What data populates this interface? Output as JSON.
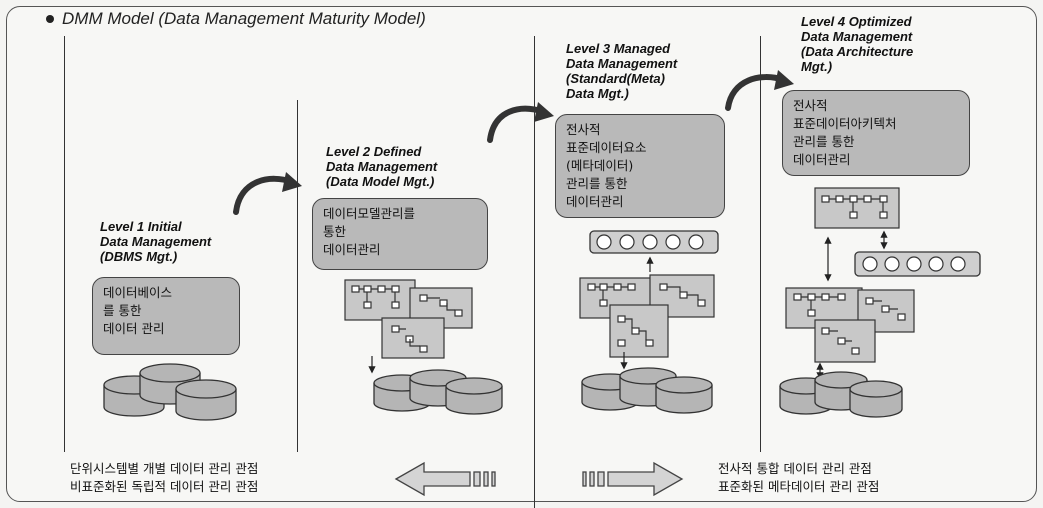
{
  "title": "DMM Model (Data Management Maturity Model)",
  "levels": [
    {
      "label": "Level 1 Initial\nData Management\n(DBMS Mgt.)",
      "description": "데이터베이스\n를 통한\n데이터 관리"
    },
    {
      "label": "Level 2 Defined\nData Management\n(Data Model Mgt.)",
      "description": "데이터모델관리를\n통한\n데이터관리"
    },
    {
      "label": "Level 3 Managed\nData Management\n(Standard(Meta)\nData Mgt.)",
      "description": "전사적\n표준데이터요소\n(메타데이터)\n관리를 통한\n데이터관리"
    },
    {
      "label": "Level 4 Optimized\nData Management\n(Data Architecture\nMgt.)",
      "description": "전사적\n표준데이터아키텍처\n관리를 통한\n데이터관리"
    }
  ],
  "bottom_left": "단위시스템별 개별 데이터 관리 관점\n비표준화된 독립적 데이터 관리 관점",
  "bottom_right": "전사적 통합 데이터 관리 관점\n표준화된 메타데이터 관리 관점",
  "colors": {
    "box_fill": "#b9b9b9",
    "cylinder_fill": "#b5b5b5",
    "line": "#333333"
  }
}
